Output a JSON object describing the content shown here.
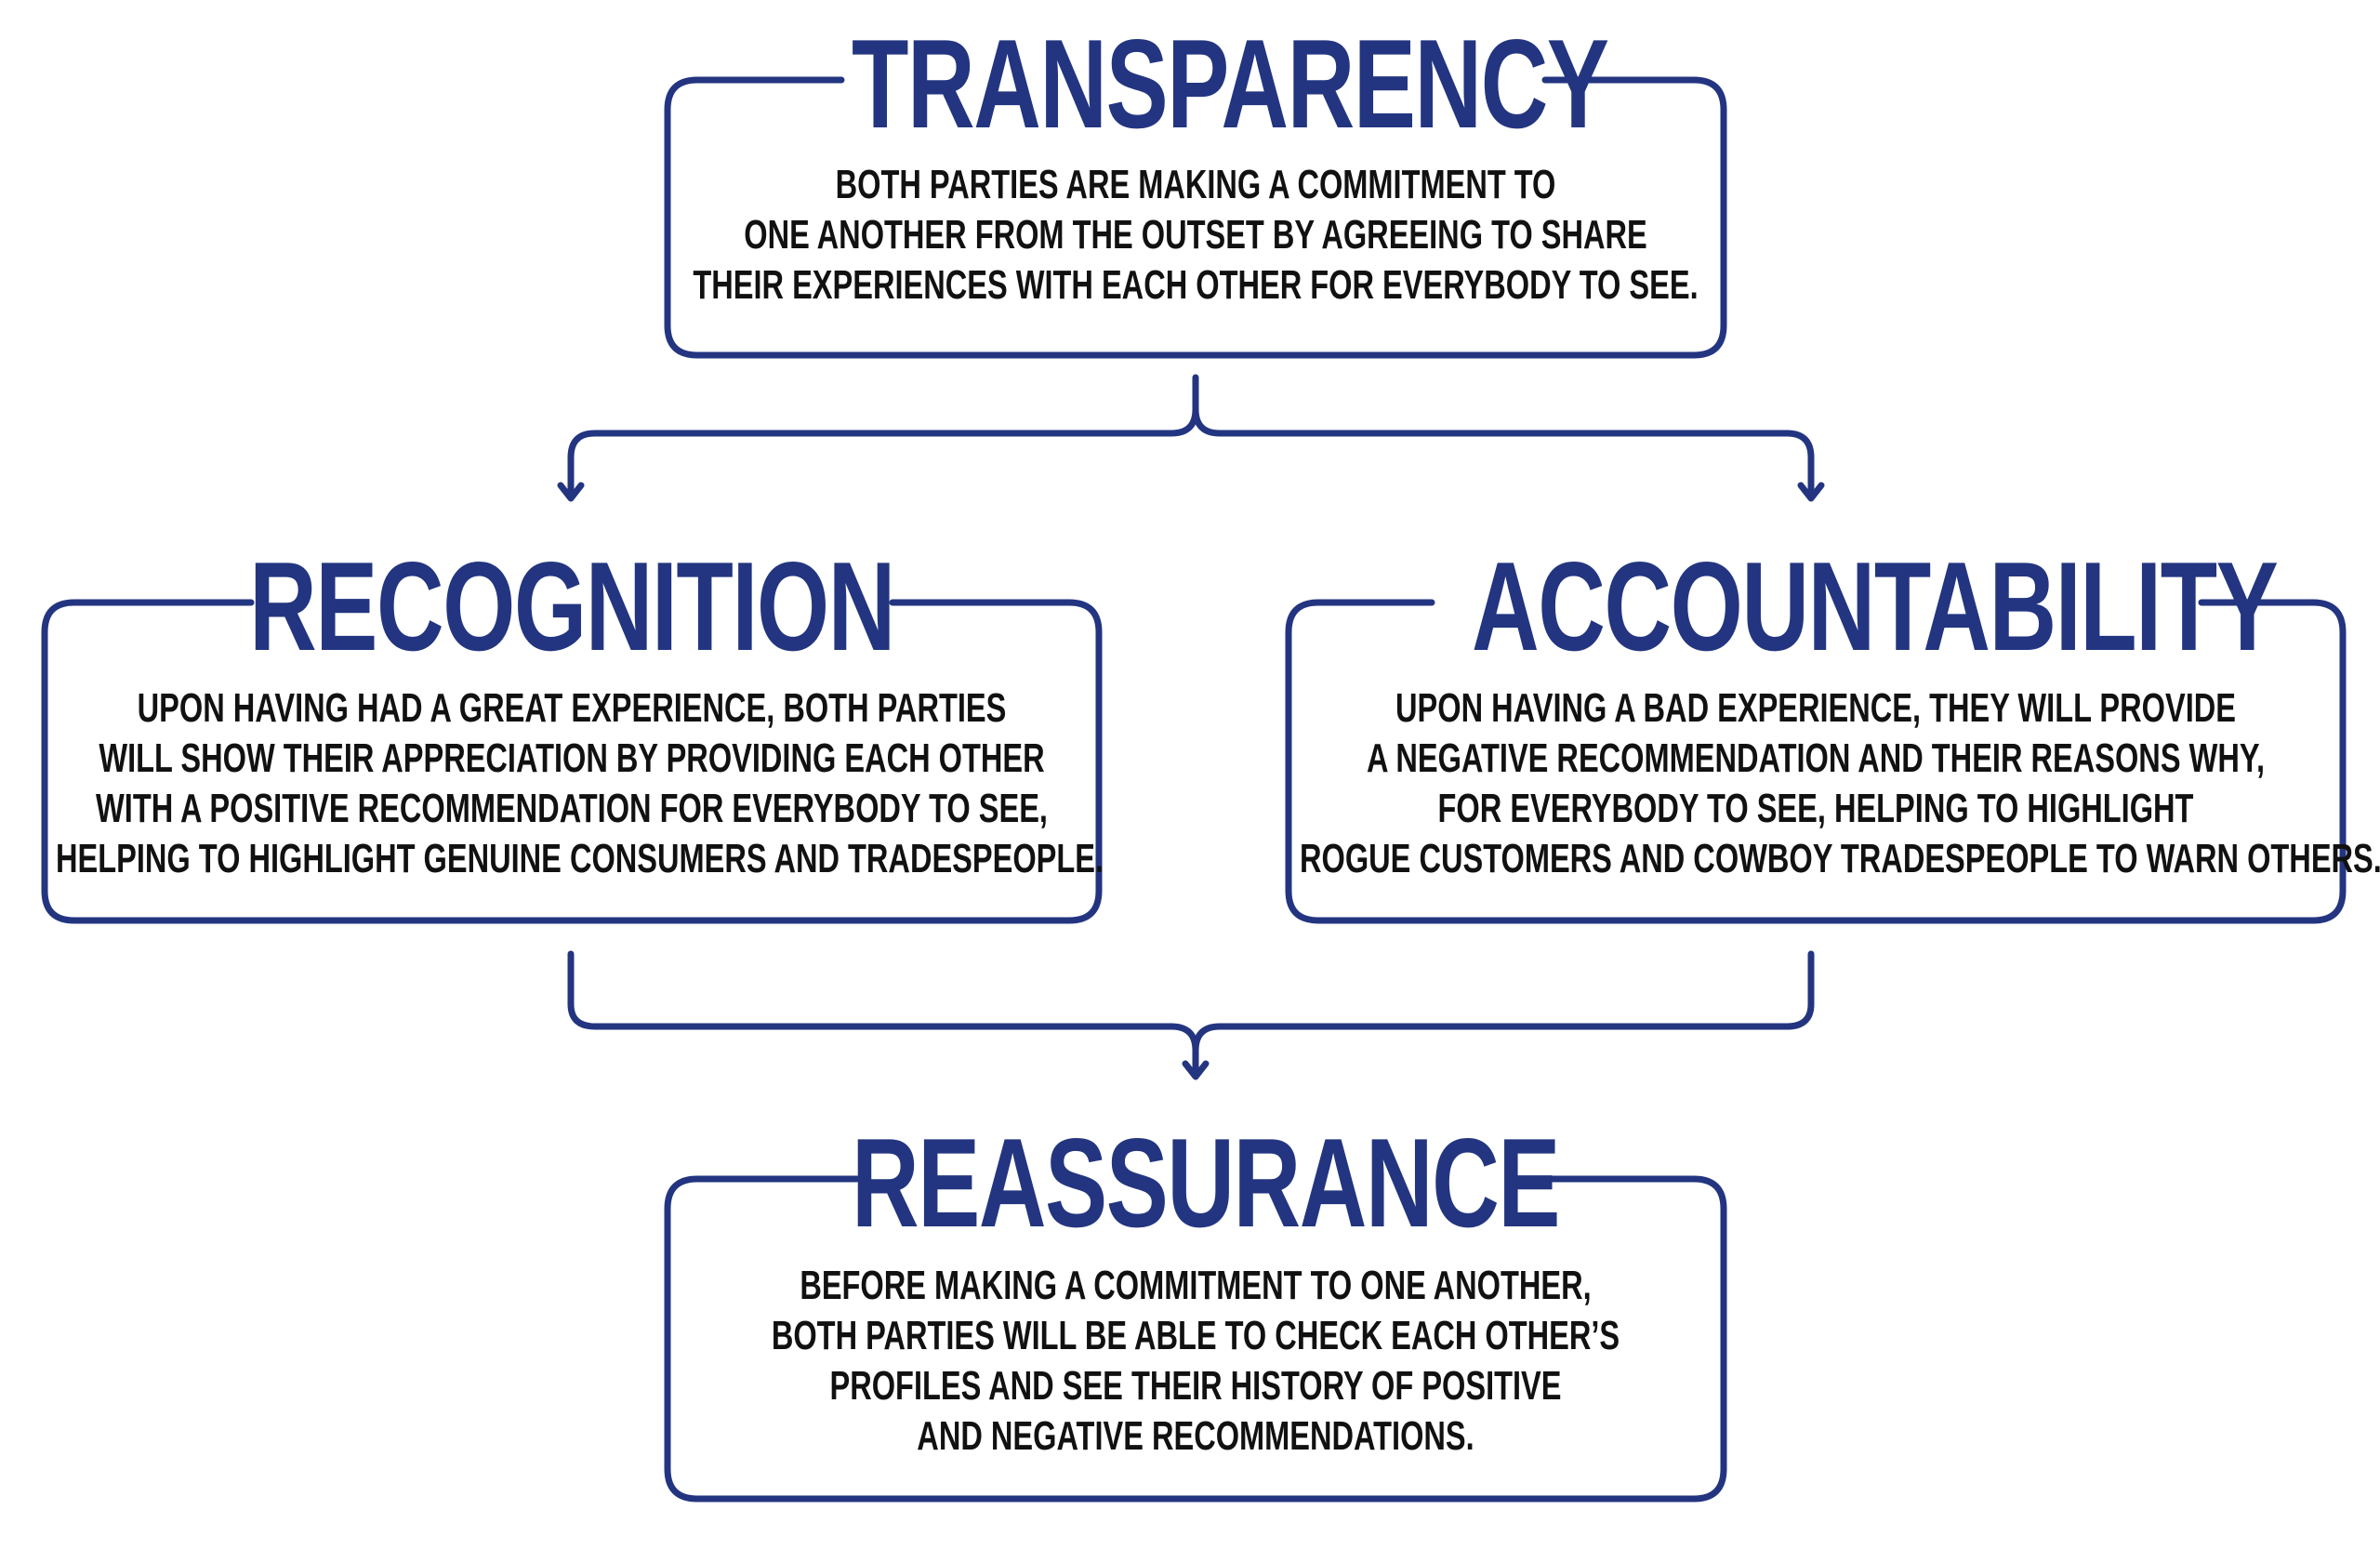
{
  "colors": {
    "accent": "#233580",
    "text": "#111111",
    "background": "#ffffff"
  },
  "boxes": {
    "transparency": {
      "title": "TRANSPARENCY",
      "lines": [
        "BOTH PARTIES ARE MAKING A COMMITMENT TO",
        "ONE ANOTHER FROM THE OUTSET BY AGREEING TO SHARE",
        "THEIR EXPERIENCES WITH EACH OTHER FOR EVERYBODY TO SEE."
      ]
    },
    "recognition": {
      "title": "RECOGNITION",
      "lines": [
        "UPON HAVING HAD A GREAT EXPERIENCE, BOTH PARTIES",
        "WILL SHOW THEIR APPRECIATION BY PROVIDING EACH OTHER",
        "WITH A POSITIVE RECOMMENDATION FOR EVERYBODY TO SEE,",
        "HELPING TO HIGHLIGHT GENUINE CONSUMERS AND TRADESPEOPLE."
      ]
    },
    "accountability": {
      "title": "ACCOUNTABILITY",
      "lines": [
        "UPON HAVING A BAD EXPERIENCE, THEY WILL PROVIDE",
        "A NEGATIVE RECOMMENDATION AND THEIR REASONS WHY,",
        "FOR EVERYBODY TO SEE, HELPING TO HIGHLIGHT",
        "ROGUE CUSTOMERS AND COWBOY TRADESPEOPLE TO WARN OTHERS."
      ]
    },
    "reassurance": {
      "title": "REASSURANCE",
      "lines": [
        "BEFORE MAKING A COMMITMENT TO ONE ANOTHER,",
        "BOTH PARTIES WILL BE ABLE TO CHECK EACH OTHER’S",
        "PROFILES AND SEE THEIR HISTORY OF POSITIVE",
        "AND NEGATIVE RECOMMENDATIONS."
      ]
    }
  }
}
